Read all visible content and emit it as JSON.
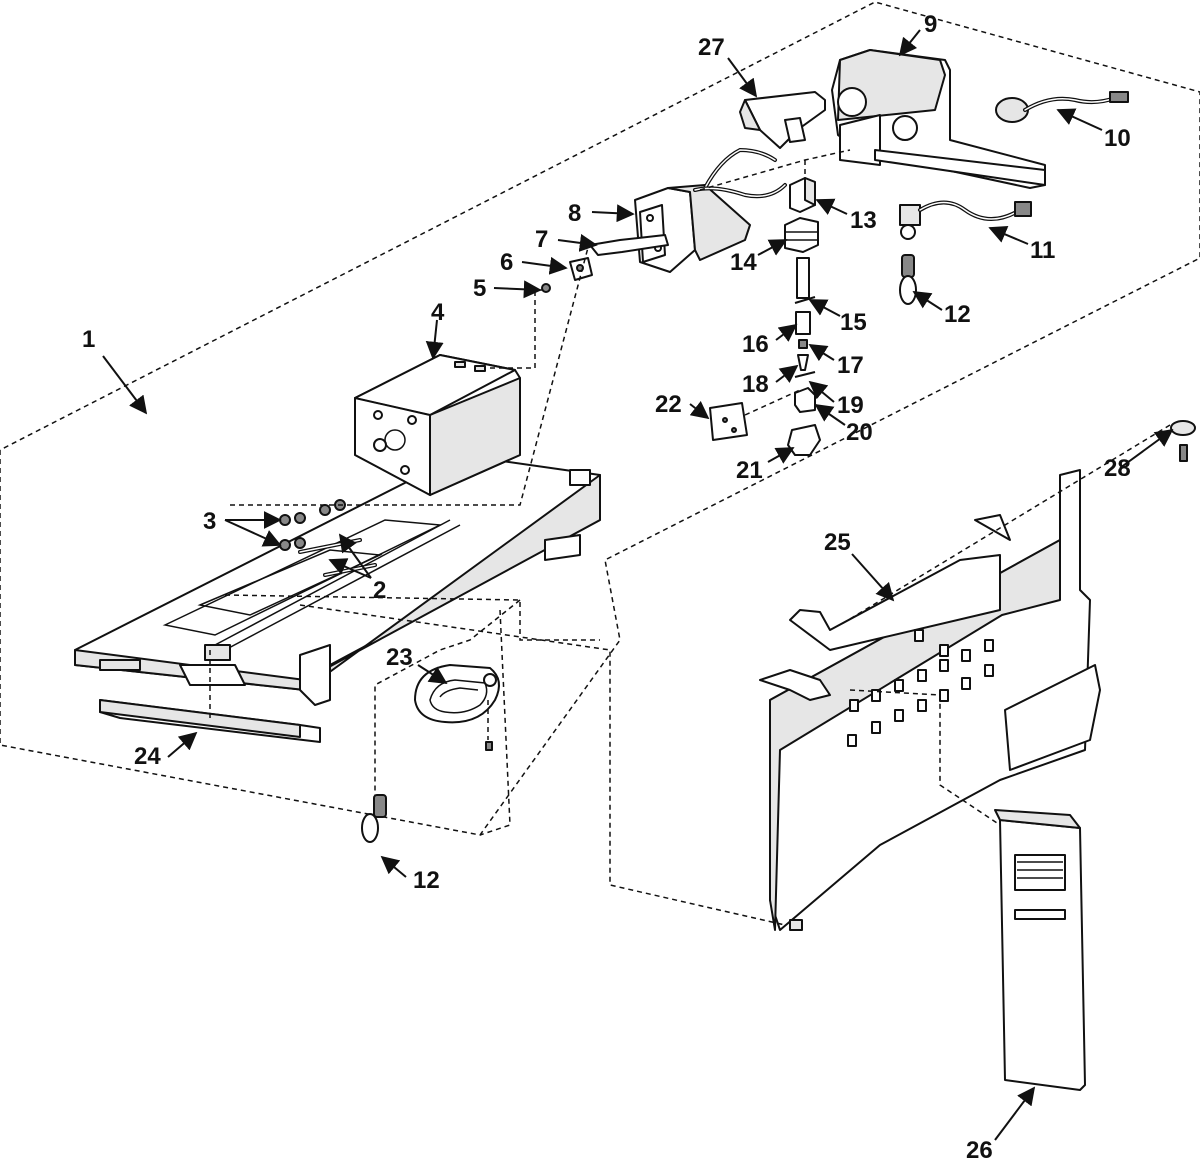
{
  "callouts": {
    "c1": "1",
    "c2": "2",
    "c3": "3",
    "c4": "4",
    "c5": "5",
    "c6": "6",
    "c7": "7",
    "c8": "8",
    "c9": "9",
    "c10": "10",
    "c11": "11",
    "c12a": "12",
    "c12b": "12",
    "c13": "13",
    "c14": "14",
    "c15": "15",
    "c16": "16",
    "c17": "17",
    "c18": "18",
    "c19": "19",
    "c20": "20",
    "c21": "21",
    "c22": "22",
    "c23": "23",
    "c24": "24",
    "c25": "25",
    "c26": "26",
    "c27": "27",
    "c28": "28"
  },
  "colors": {
    "ink": "#111111",
    "paper": "#ffffff",
    "shade": "#e6e6e6"
  }
}
